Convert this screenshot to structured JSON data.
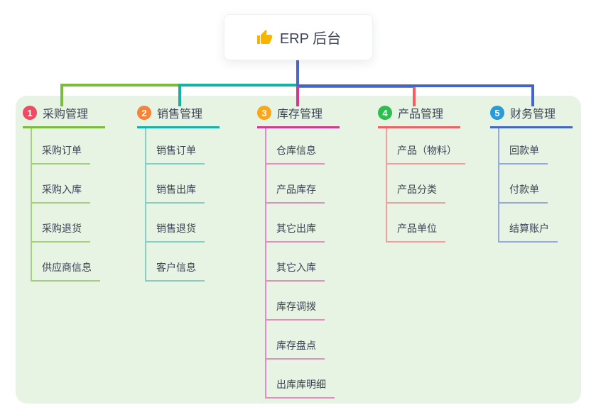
{
  "root": {
    "title": "ERP 后台",
    "icon": "thumbs-up",
    "icon_color": "#f7b500"
  },
  "theme": {
    "canvas_bg": "#ffffff",
    "panel_bg": "#e7f4e3",
    "text_color": "#3d4456",
    "root_stem_color": "#4a67cb"
  },
  "branches": [
    {
      "index": "1",
      "label": "采购管理",
      "badge_color": "#ee4c63",
      "line_color": "#7abd3c",
      "child_line_color": "#a3d178",
      "items": [
        "采购订单",
        "采购入库",
        "采购退货",
        "供应商信息"
      ]
    },
    {
      "index": "2",
      "label": "销售管理",
      "badge_color": "#f58438",
      "line_color": "#14b1a5",
      "child_line_color": "#7ed0c9",
      "items": [
        "销售订单",
        "销售出库",
        "销售退货",
        "客户信息"
      ]
    },
    {
      "index": "3",
      "label": "库存管理",
      "badge_color": "#f9a61a",
      "line_color": "#d7378f",
      "child_line_color": "#e88bc3",
      "items": [
        "仓库信息",
        "产品库存",
        "其它出库",
        "其它入库",
        "库存调拨",
        "库存盘点",
        "出库库明细"
      ]
    },
    {
      "index": "4",
      "label": "产品管理",
      "badge_color": "#2ebd4f",
      "line_color": "#f15f63",
      "child_line_color": "#f59c9e",
      "items": [
        "产品（物料）",
        "产品分类",
        "产品单位"
      ]
    },
    {
      "index": "5",
      "label": "财务管理",
      "badge_color": "#299bd8",
      "line_color": "#4465c8",
      "child_line_color": "#93a9e6",
      "items": [
        "回款单",
        "付款单",
        "结算账户"
      ]
    }
  ]
}
